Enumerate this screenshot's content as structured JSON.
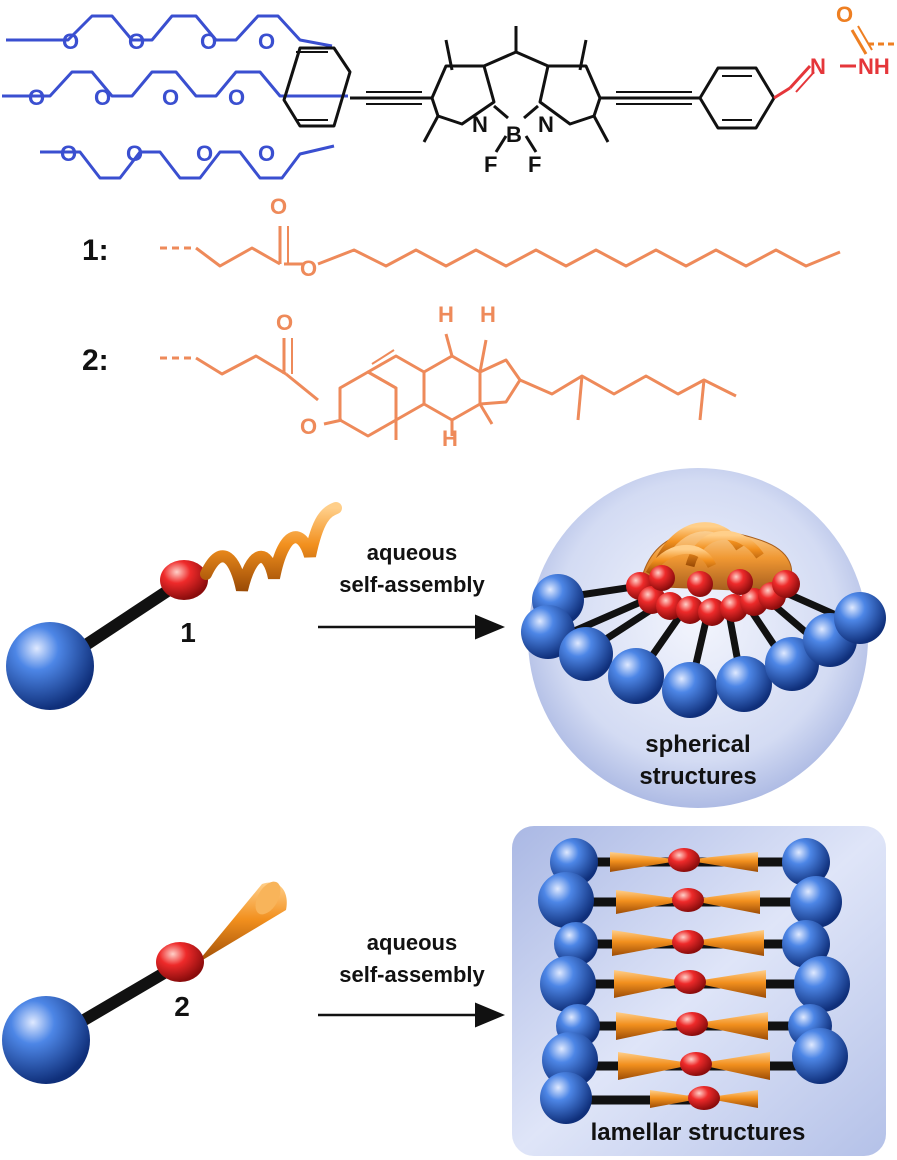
{
  "colors": {
    "peg": "#3a4fd0",
    "core": "#111111",
    "linker": "#e5363a",
    "carbonyl": "#ee7f22",
    "tail": "#ee8a5a",
    "blue_sphere": "#2f6fd8",
    "red_sphere": "#e32626",
    "orange_ribbon": "#f08c1f",
    "panel_bg": "#c9d3ef"
  },
  "atoms": {
    "oxygen": "O",
    "nitrogen": "N",
    "boron": "B",
    "fluorine": "F",
    "hydrogen": "H",
    "nh": "NH"
  },
  "compounds": [
    {
      "label": "1:"
    },
    {
      "label": "2:"
    }
  ],
  "schemes": [
    {
      "model_label": "1",
      "arrow_text_line1": "aqueous",
      "arrow_text_line2": "self-assembly",
      "product_line1": "spherical",
      "product_line2": "structures"
    },
    {
      "model_label": "2",
      "arrow_text_line1": "aqueous",
      "arrow_text_line2": "self-assembly",
      "product_line1": "lamellar structures"
    }
  ]
}
